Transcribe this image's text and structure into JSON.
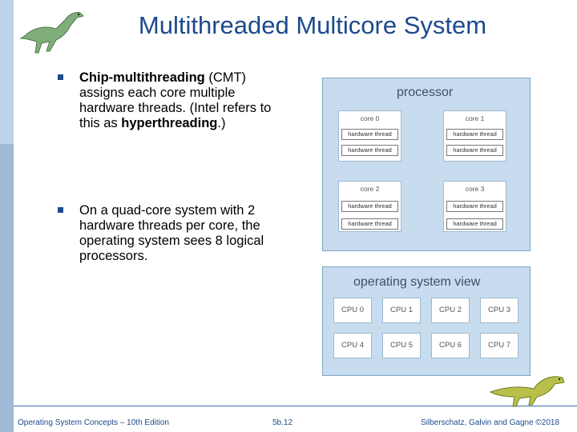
{
  "title": "Multithreaded Multicore System",
  "bullets": {
    "b1_strong": "Chip-multithreading",
    "b1_text_a": " (CMT) assigns each core multiple hardware threads. (Intel refers to this as ",
    "b1_strong2": "hyperthreading",
    "b1_text_b": ".)",
    "b2_text": "On a quad-core system with 2 hardware threads per core, the operating system sees 8 logical processors."
  },
  "processor": {
    "title": "processor",
    "cores": [
      {
        "label": "core 0",
        "threads": [
          "hardware thread",
          "hardware thread"
        ]
      },
      {
        "label": "core 1",
        "threads": [
          "hardware thread",
          "hardware thread"
        ]
      },
      {
        "label": "core 2",
        "threads": [
          "hardware thread",
          "hardware thread"
        ]
      },
      {
        "label": "core 3",
        "threads": [
          "hardware thread",
          "hardware thread"
        ]
      }
    ]
  },
  "os_view": {
    "title": "operating system view",
    "cpus": [
      "CPU 0",
      "CPU 1",
      "CPU 2",
      "CPU 3",
      "CPU 4",
      "CPU 5",
      "CPU 6",
      "CPU 7"
    ]
  },
  "footer": {
    "left": "Operating System Concepts – 10th Edition",
    "center": "5b.12",
    "right": "Silberschatz, Galvin and Gagne ©2018"
  },
  "colors": {
    "title": "#1c4a8c",
    "panel": "#c7dcef",
    "sidebar": "#bcd3e8"
  }
}
